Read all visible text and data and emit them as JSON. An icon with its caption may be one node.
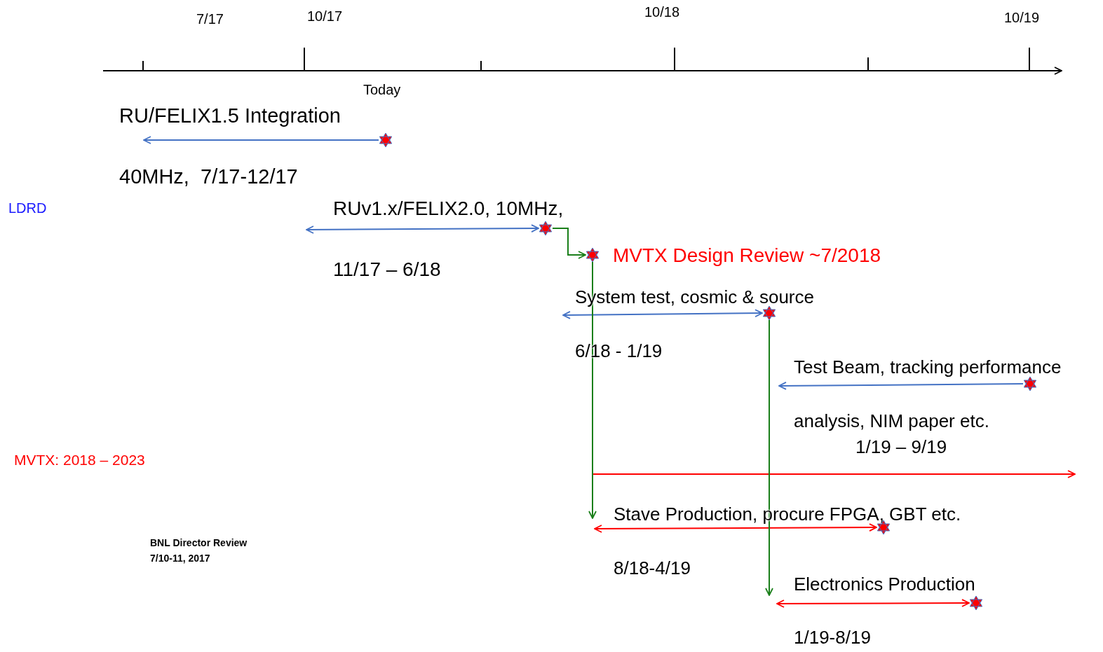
{
  "diagram": {
    "nodes": [
      {
        "text": [],
        "shape": "star"
      },
      {
        "text": [],
        "shape": "star"
      },
      {
        "text": [],
        "shape": "star",
        "beside": [
          "MVTX Design Review ~7/2018"
        ]
      },
      {
        "text": [],
        "shape": "star"
      },
      {
        "text": [],
        "shape": "star"
      },
      {
        "text": [],
        "shape": "star"
      },
      {
        "text": [],
        "shape": "star"
      },
      {
        "text": [
          "RU/FELIX1.5 Integration"
        ]
      },
      {
        "text": [
          "System test, cosmic & source"
        ]
      },
      {
        "text": [
          "Test Beam, tracking performance"
        ]
      },
      {
        "text": [
          "RUv1.x/FELIX2.0, 10MHz,"
        ]
      },
      {
        "text": [
          "Stave Production, procure FPGA, GBT etc."
        ]
      },
      {
        "text": [
          "Electronics Production"
        ]
      }
    ],
    "edges": [
      {
        "from": 0,
        "to": 7,
        "arrow": "to"
      },
      {
        "from": 10,
        "to": 1,
        "arrow": "both"
      },
      {
        "from": 1,
        "to": 2,
        "arrow": "to",
        "color": "#1a7f1a"
      },
      {
        "from": 8,
        "to": 3,
        "arrow": "both"
      },
      {
        "from": 2,
        "to": 11,
        "arrow": "to",
        "color": "#1a7f1a"
      },
      {
        "from": 4,
        "to": 9,
        "arrow": "to"
      },
      {
        "from": 11,
        "to": 5,
        "arrow": "both",
        "color": "#ff0000"
      },
      {
        "from": 3,
        "to": 12,
        "arrow": "to",
        "color": "#1a7f1a"
      },
      {
        "from": 12,
        "to": 6,
        "arrow": "both",
        "color": "#ff0000"
      }
    ],
    "labels": [
      "7/17",
      "10/17",
      "10/18",
      "10/19",
      "Today",
      "40MHz,  7/17-12/17",
      "LDRD",
      "11/17 – 6/18",
      "6/18 - 1/19",
      "analysis, NIM paper etc.",
      "1/19 – 9/19",
      "MVTX: 2018 – 2023",
      "BNL Director Review",
      "7/10-11, 2017",
      "8/18-4/19",
      "1/19-8/19"
    ]
  }
}
